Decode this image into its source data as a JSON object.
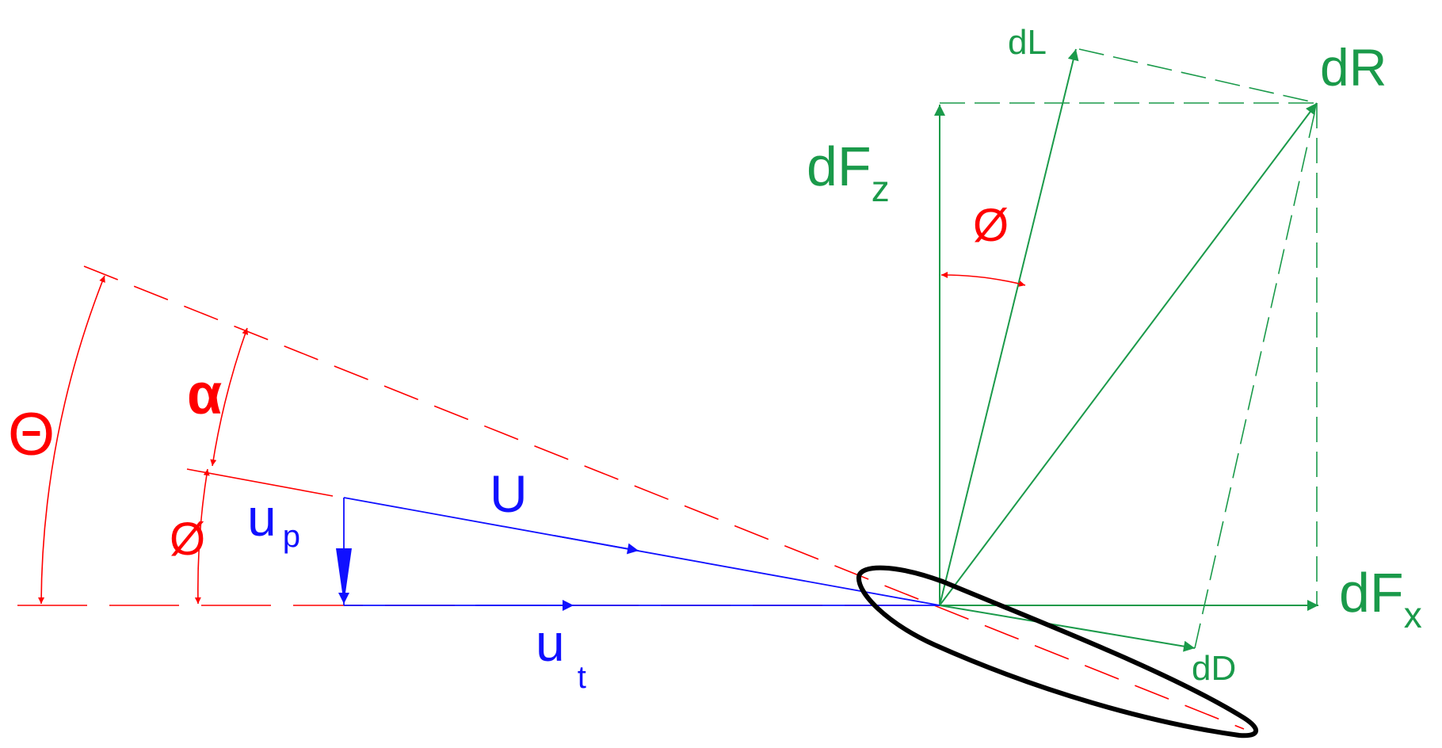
{
  "labels": {
    "dL": "dL",
    "dR": "dR",
    "dFz_main": "dF",
    "dFz_sub": "z",
    "dFx_main": "dF",
    "dFx_sub": "x",
    "dD": "dD",
    "phi_force": "Ø",
    "phi_velocity": "Ø",
    "theta": "Θ",
    "alpha": "α",
    "U": "U",
    "up_main": "u",
    "up_sub": "p",
    "ut_main": "u",
    "ut_sub": "t"
  },
  "colors": {
    "force": "#1a9a4a",
    "angle": "#ff0000",
    "velocity": "#1010ff",
    "airfoil": "#000000",
    "background": "#ffffff"
  }
}
